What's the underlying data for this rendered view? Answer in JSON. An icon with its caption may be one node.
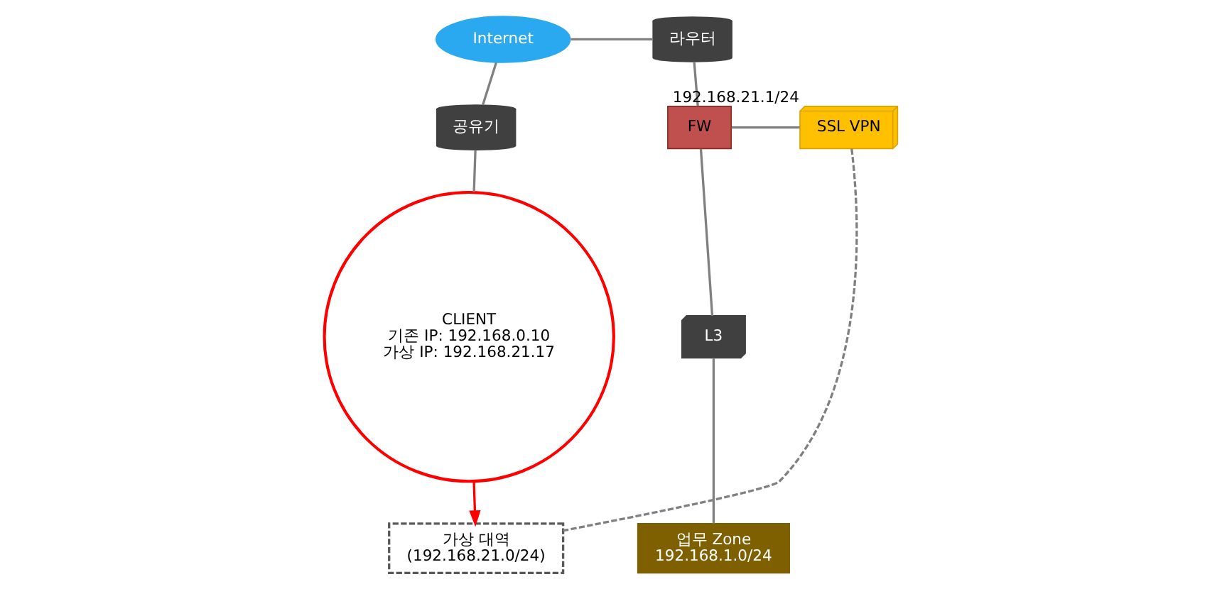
{
  "diagram": {
    "nodes": [
      {
        "text": [
          "Internet"
        ]
      },
      {
        "text": [
          "라우터"
        ]
      },
      {
        "text": [
          "공유기"
        ]
      },
      {
        "text": [
          "FW"
        ]
      },
      {
        "text": [
          "SSL VPN"
        ],
        "beside": [
          "192.168.21.1/24"
        ]
      },
      {
        "text": [
          "L3"
        ]
      },
      {
        "text": [
          "CLIENT",
          "기존 IP: 192.168.0.10",
          "가상 IP: 192.168.21.17"
        ]
      },
      {
        "text": [
          "업무 Zone",
          "192.168.1.0/24"
        ]
      },
      {
        "text": [
          "가상 대역",
          "(192.168.21.0/24)"
        ]
      }
    ],
    "edges": [
      {
        "from": 0,
        "to": 1,
        "arrow": "none"
      },
      {
        "from": 0,
        "to": 2,
        "arrow": "none"
      },
      {
        "from": 1,
        "to": 3,
        "arrow": "none"
      },
      {
        "from": 3,
        "to": 4,
        "arrow": "none"
      },
      {
        "from": 2,
        "to": 6,
        "arrow": "none"
      },
      {
        "from": 3,
        "to": 5,
        "arrow": "none"
      },
      {
        "from": 5,
        "to": 7,
        "arrow": "none"
      },
      {
        "from": 4,
        "to": 8,
        "arrow": "none",
        "style": "dashed"
      },
      {
        "from": 6,
        "to": 8,
        "arrow": "to",
        "color": "#ff0000"
      }
    ]
  }
}
